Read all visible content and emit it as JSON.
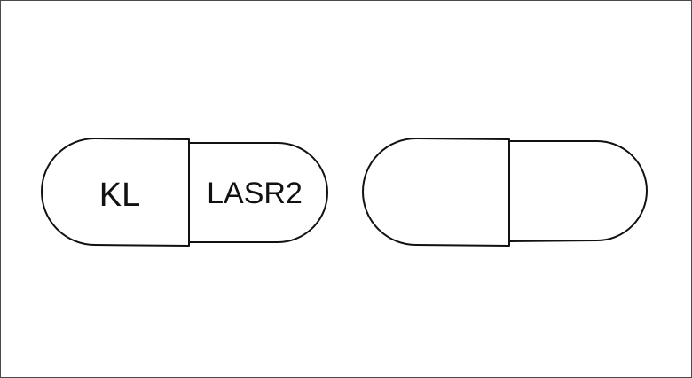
{
  "capsules": [
    {
      "side": "front",
      "cap_imprint": "KL",
      "body_imprint": "LASR2"
    },
    {
      "side": "back",
      "cap_imprint": "",
      "body_imprint": ""
    }
  ],
  "colors": {
    "capsule_fill": "#ffffff",
    "outline": "#111111",
    "frame_border": "#4a4a4a"
  }
}
